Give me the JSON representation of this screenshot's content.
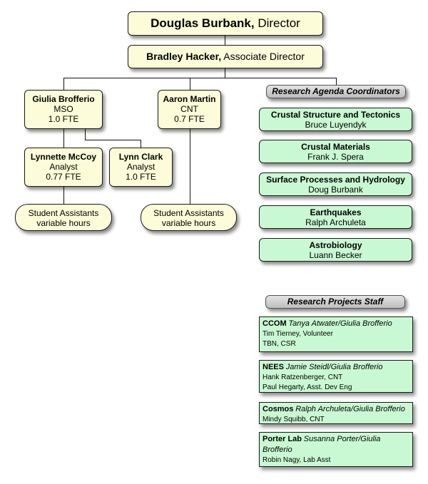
{
  "director": {
    "name": "Douglas Burbank,",
    "title": " Director"
  },
  "associate_director": {
    "name": "Bradley Hacker,",
    "title": " Associate Director"
  },
  "staff": [
    {
      "name": "Giulia Brofferio",
      "role": "MSO",
      "fte": "1.0 FTE"
    },
    {
      "name": "Aaron Martin",
      "role": "CNT",
      "fte": "0.7 FTE"
    },
    {
      "name": "Lynnette McCoy",
      "role": "Analyst",
      "fte": "0.77 FTE"
    },
    {
      "name": "Lynn Clark",
      "role": "Analyst",
      "fte": "1.0 FTE"
    }
  ],
  "student_assistants": [
    {
      "line1": "Student Assistants",
      "line2": "variable hours"
    },
    {
      "line1": "Student Assistants",
      "line2": "variable hours"
    }
  ],
  "coordinators": {
    "header": "Research Agenda Coordinators",
    "items": [
      {
        "area": "Crustal Structure and Tectonics",
        "person": "Bruce Luyendyk"
      },
      {
        "area": "Crustal Materials",
        "person": "Frank J. Spera"
      },
      {
        "area": "Surface Processes and Hydrology",
        "person": "Doug Burbank"
      },
      {
        "area": "Earthquakes",
        "person": "Ralph Archuleta"
      },
      {
        "area": "Astrobiology",
        "person": "Luann Becker"
      }
    ]
  },
  "projects": {
    "header": "Research Projects Staff",
    "items": [
      {
        "name": "CCOM",
        "lead": "Tanya Atwater/Giulia Brofferio",
        "staff": [
          "Tim Tierney, Volunteer",
          "TBN, CSR"
        ]
      },
      {
        "name": "NEES",
        "lead": "Jamie Steidl/Giulia Brofferio",
        "staff": [
          "Hank Ratzenberger, CNT",
          "Paul Hegarty, Asst. Dev Eng"
        ]
      },
      {
        "name": "Cosmos",
        "lead": "Ralph Archuleta/Giulia Brofferio",
        "staff": [
          "Mindy Squibb, CNT"
        ]
      },
      {
        "name": "Porter Lab",
        "lead": "Susanna Porter/Giulia Brofferio",
        "staff": [
          "Robin Nagy, Lab Asst"
        ]
      }
    ]
  }
}
